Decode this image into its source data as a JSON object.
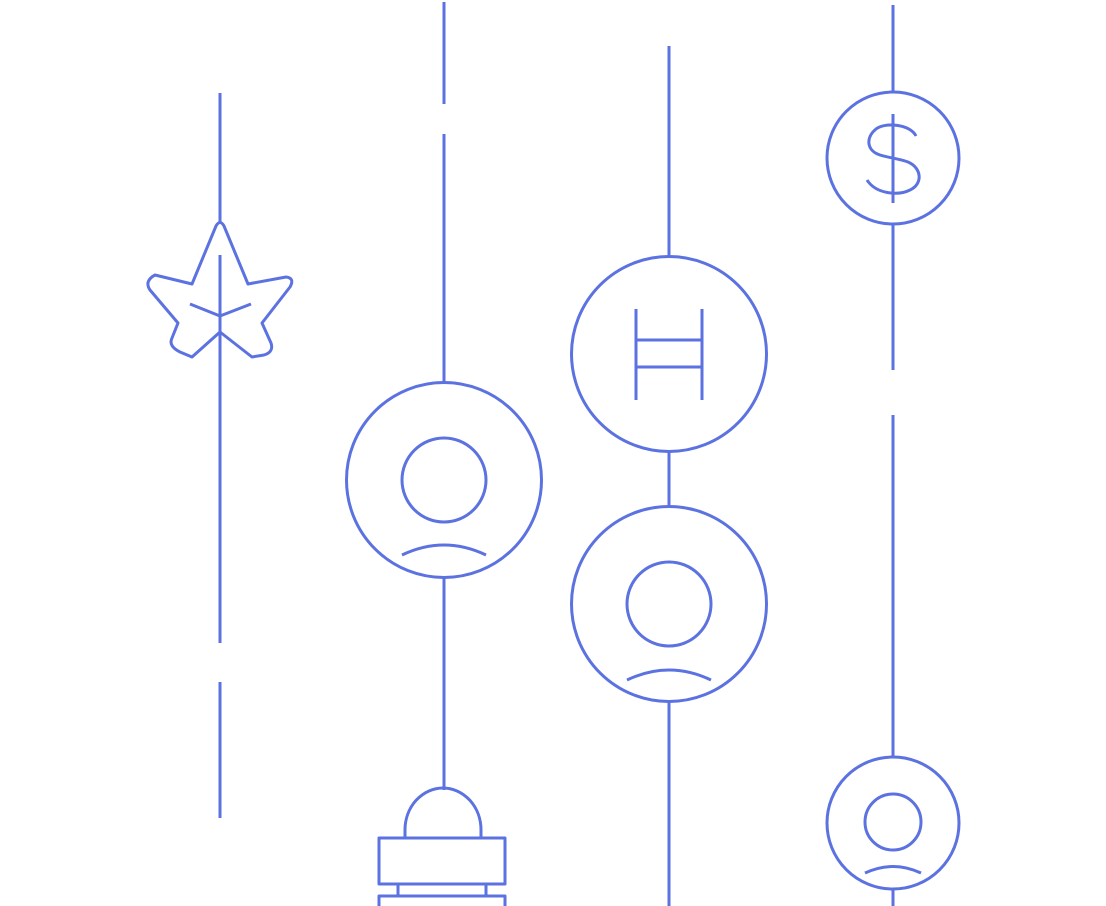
{
  "illustration": {
    "colors": {
      "line": "#5B72E0",
      "background": "#FFFFFF"
    },
    "columns": [
      {
        "id": "col-1",
        "icons": [
          "maple-leaf-icon"
        ]
      },
      {
        "id": "col-2",
        "icons": [
          "user-icon",
          "lock-icon"
        ]
      },
      {
        "id": "col-3",
        "icons": [
          "h-letter-icon",
          "user-icon"
        ]
      },
      {
        "id": "col-4",
        "icons": [
          "dollar-icon",
          "user-icon"
        ]
      }
    ]
  }
}
